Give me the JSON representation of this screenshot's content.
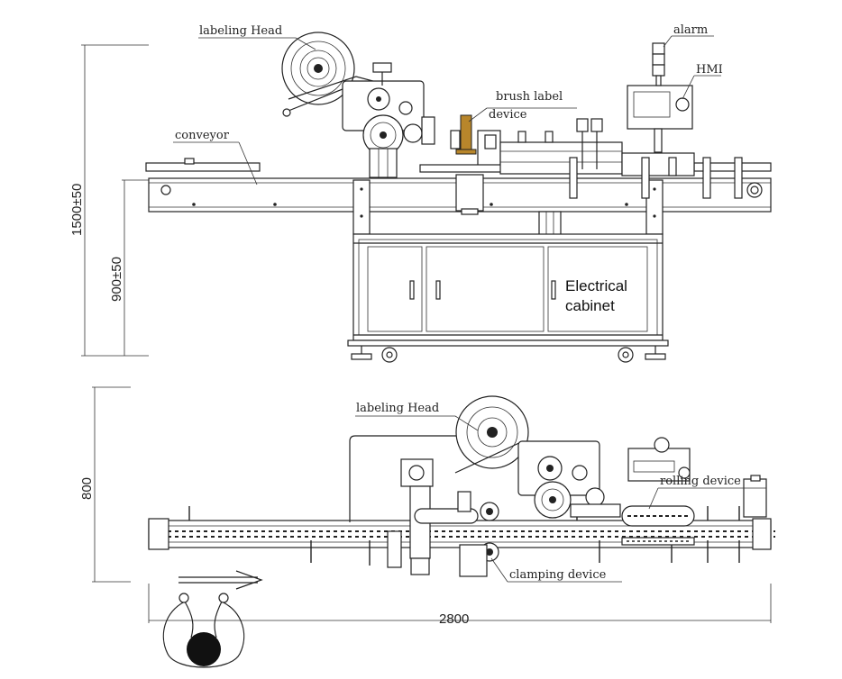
{
  "labels": {
    "labeling_head_top": "labeling Head",
    "alarm": "alarm",
    "hmi": "HMI",
    "brush_label_device_line1": "brush label",
    "brush_label_device_line2": "device",
    "conveyor": "conveyor",
    "electrical_cabinet_line1": "Electrical",
    "electrical_cabinet_line2": "cabinet",
    "labeling_head_bottom": "labeling Head",
    "rolling_device": "rolling device",
    "clamping_device": "clamping device"
  },
  "dimensions": {
    "height_total": "1500±50",
    "height_conveyor": "900±50",
    "width_top_view": "800",
    "length": "2800"
  },
  "colors": {
    "line": "#222222",
    "brush": "#b8862b",
    "background": "#ffffff"
  }
}
